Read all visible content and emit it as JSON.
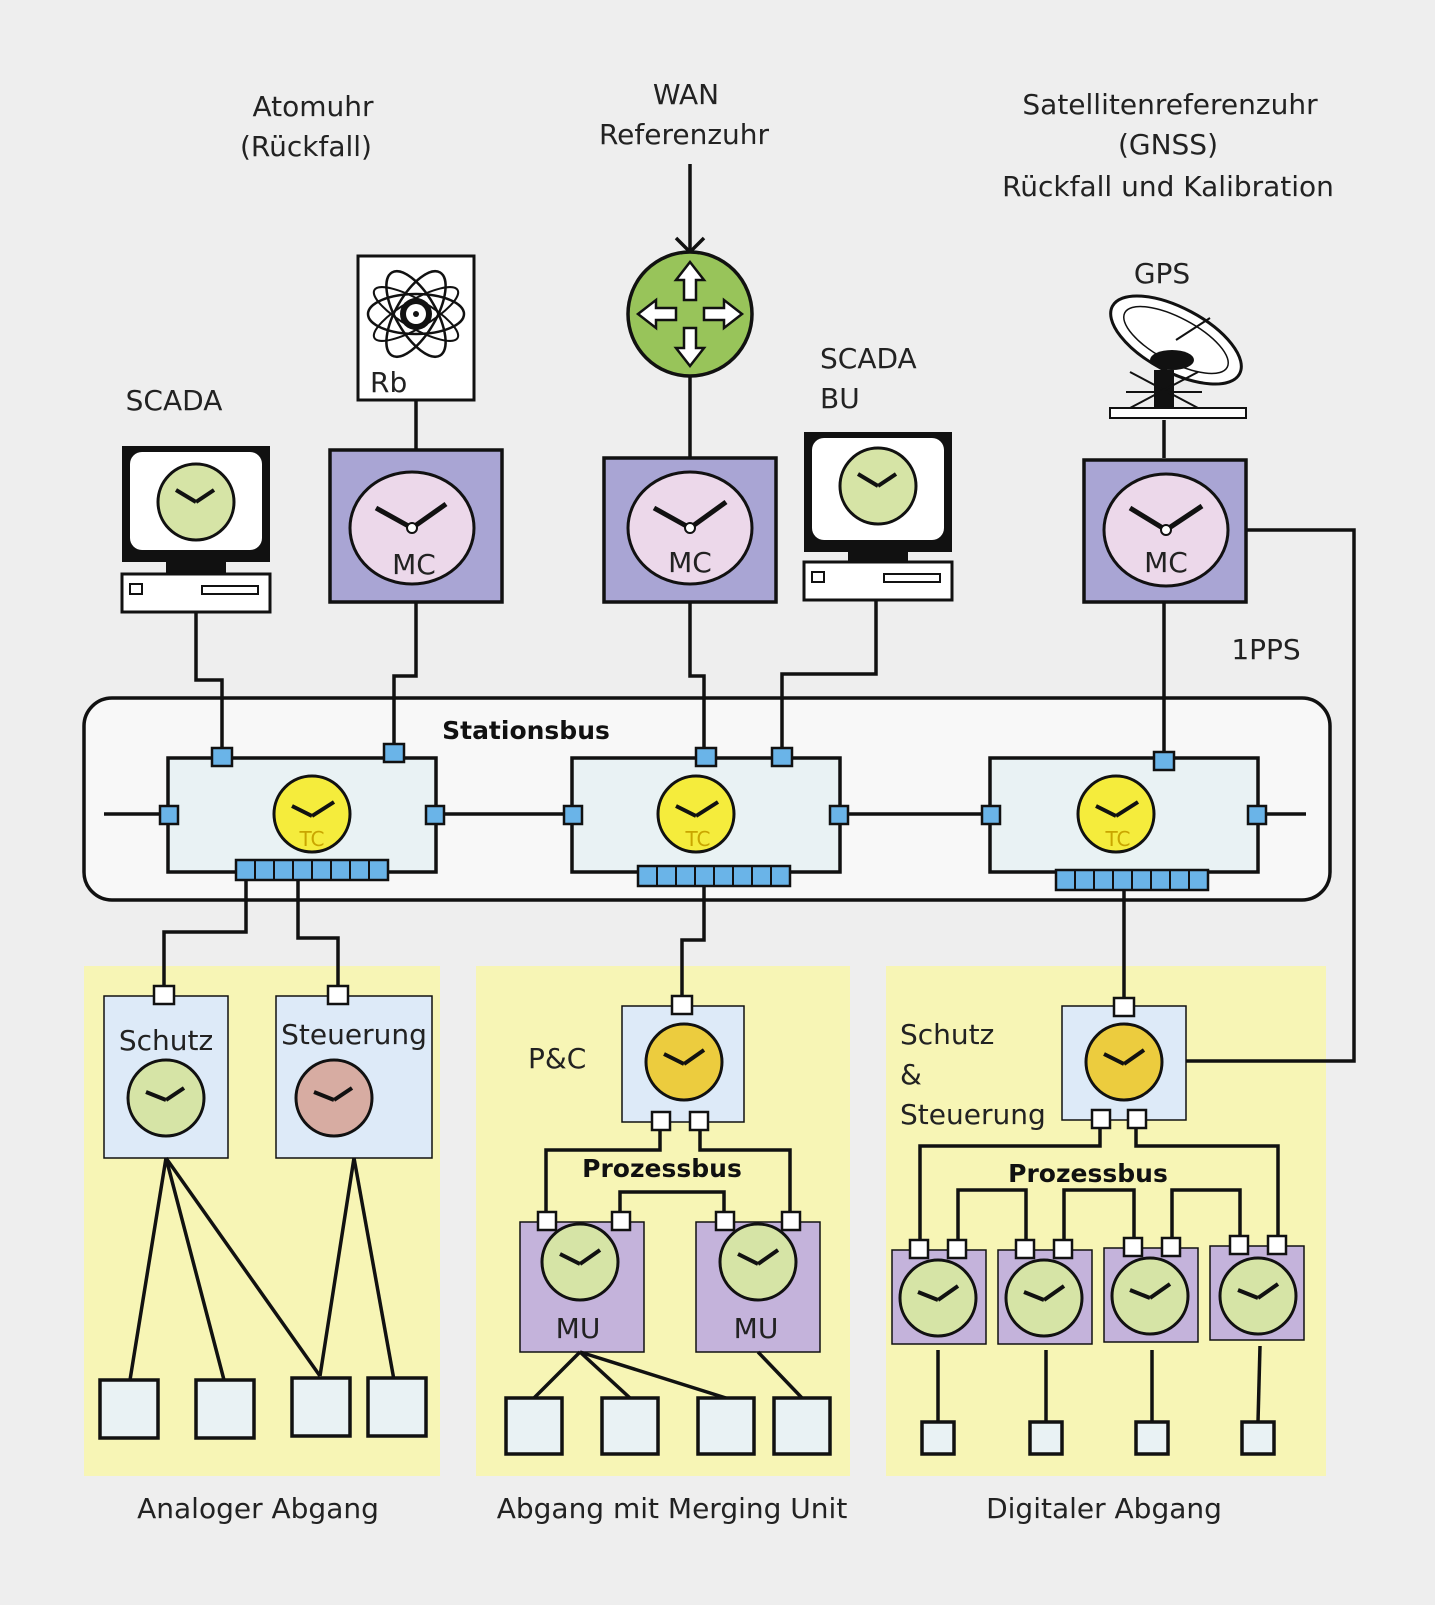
{
  "top_labels": {
    "atomic_line1": "Atomuhr",
    "atomic_line2": "(Rückfall)",
    "wan_line1": "WAN",
    "wan_line2": "Referenzuhr",
    "gnss_line1": "Satellitenreferenzuhr",
    "gnss_line2": "(GNSS)",
    "gnss_line3": "Rückfall und Kalibration"
  },
  "nodes": {
    "scada": "SCADA",
    "scada_bu_line1": "SCADA",
    "scada_bu_line2": "BU",
    "rb": "Rb",
    "gps": "GPS",
    "mc": "MC",
    "pps": "1PPS",
    "tc": "TC"
  },
  "station_bus": "Stationsbus",
  "bays": {
    "schutz": "Schutz",
    "steuerung": "Steuerung",
    "pc": "P&C",
    "mu": "MU",
    "prozessbus": "Prozessbus",
    "digital_line1": "Schutz",
    "digital_line2": "&",
    "digital_line3": "Steuerung"
  },
  "bottom_labels": {
    "analog": "Analoger Abgang",
    "merging": "Abgang mit  Merging Unit",
    "digital": "Digitaler Abgang"
  },
  "colors": {
    "mc_box": "#a9a5d4",
    "mc_face": "#ecd8ea",
    "tc_face": "#f5ec3c",
    "bay_bg": "#f7f5b5",
    "ied_bg": "#ddeaf8",
    "mu_bg": "#c4b3db",
    "green_face": "#d6e4a6",
    "router": "#98c45a"
  }
}
